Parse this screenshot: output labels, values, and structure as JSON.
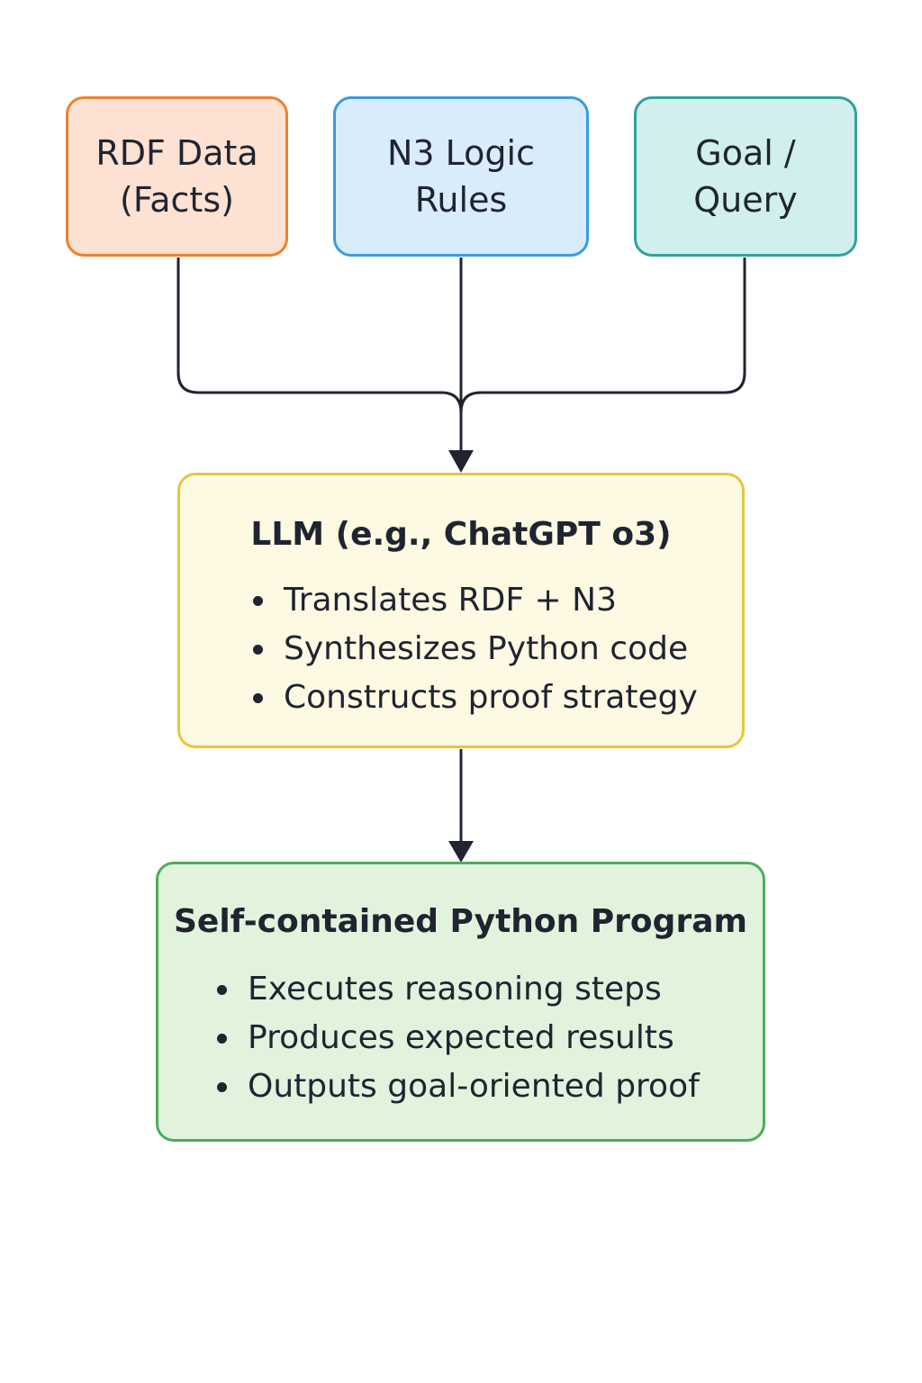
{
  "colors": {
    "rdf": {
      "border": "#f07f2c",
      "fill": "#fde1d2"
    },
    "n3": {
      "border": "#3a9be0",
      "fill": "#d9ecfb"
    },
    "goal": {
      "border": "#2fa39a",
      "fill": "#d1efec"
    },
    "llm": {
      "border": "#e6c63e",
      "fill": "#fef9e3"
    },
    "prog": {
      "border": "#4cae58",
      "fill": "#e1f2dd"
    },
    "connector": "#1f2430"
  },
  "inputs": {
    "rdf": {
      "line1": "RDF Data",
      "line2": "(Facts)"
    },
    "n3": {
      "line1": "N3 Logic",
      "line2": "Rules"
    },
    "goal": {
      "line1": "Goal /",
      "line2": "Query"
    }
  },
  "llm": {
    "title": "LLM (e.g., ChatGPT o3)",
    "bullets": [
      "Translates RDF + N3",
      "Synthesizes Python code",
      "Constructs proof strategy"
    ]
  },
  "program": {
    "title": "Self-contained Python Program",
    "bullets": [
      "Executes reasoning steps",
      "Produces expected results",
      "Outputs goal-oriented proof"
    ]
  }
}
